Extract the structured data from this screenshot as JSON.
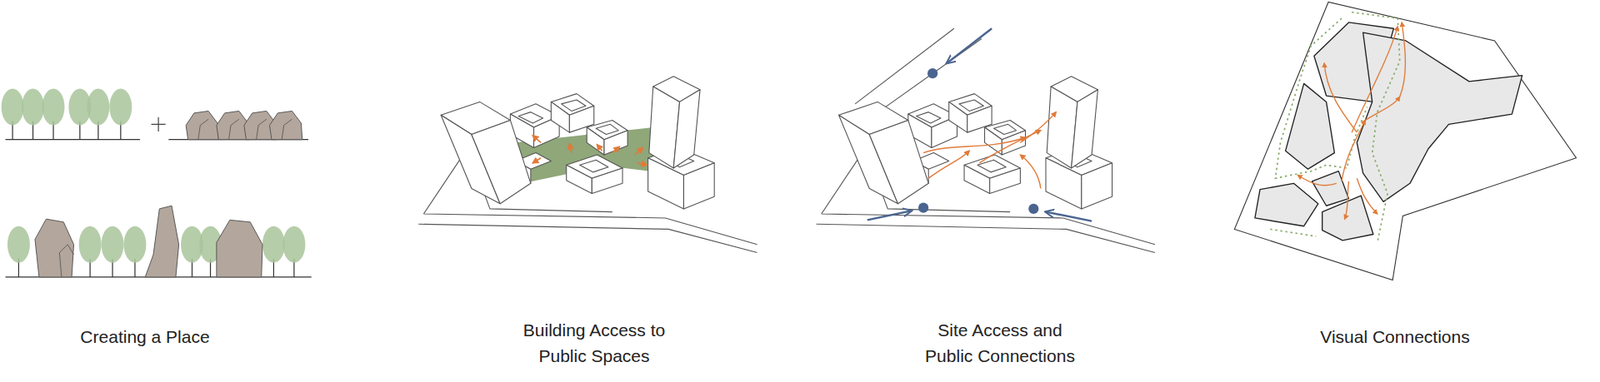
{
  "diagram": {
    "labels": [
      "Creating a Place",
      "Building Access to Public Spaces",
      "Site Access and Public Connections",
      "Visual Connections"
    ]
  }
}
